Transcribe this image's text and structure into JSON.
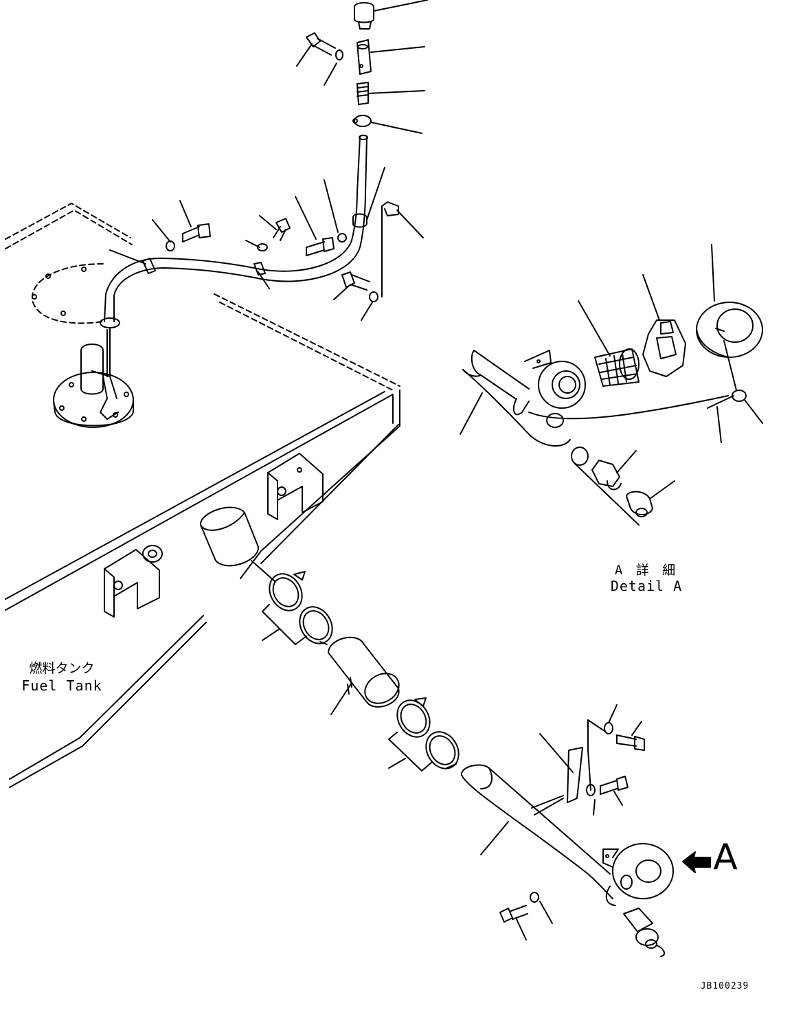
{
  "labels": {
    "fuel_tank_jp": "燃料タンク",
    "fuel_tank_en": "Fuel Tank",
    "detail_a_jp": "A 詳 細",
    "detail_a_en": "Detail A",
    "view_arrow_letter": "A",
    "drawing_number": "JB100239"
  },
  "colors": {
    "line": "#000000",
    "background": "#ffffff"
  }
}
